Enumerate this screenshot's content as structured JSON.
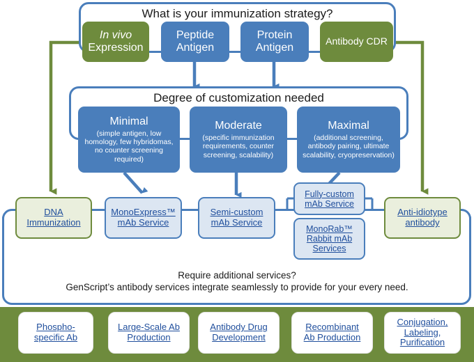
{
  "diagram": {
    "title": "GenScript antibody service selection flowchart",
    "colors": {
      "green": "#6E8B3D",
      "blue": "#4A7EBB",
      "light_blue": "#DCE6F2",
      "light_green": "#EAEFDD",
      "link_text": "#1F4E9C",
      "white": "#FFFFFF"
    }
  },
  "step1": {
    "question": "What is your immunization strategy?",
    "options": [
      {
        "line1": "In vivo",
        "line2": "Expression",
        "style": "green",
        "italic_first": true
      },
      {
        "line1": "Peptide",
        "line2": "Antigen",
        "style": "blue",
        "italic_first": false
      },
      {
        "line1": "Protein",
        "line2": "Antigen",
        "style": "blue",
        "italic_first": false
      },
      {
        "line1": "Antibody CDR",
        "line2": "",
        "style": "green",
        "italic_first": false
      }
    ]
  },
  "step2": {
    "question": "Degree of customization needed",
    "options": [
      {
        "title": "Minimal",
        "detail": "(simple antigen, low homology, few hybridomas, no counter screening required)"
      },
      {
        "title": "Moderate",
        "detail": "(specific immunization requirements, counter screening, scalability)"
      },
      {
        "title": "Maximal",
        "detail": "(additional screening, antibody pairing, ultimate scalability, cryopreservation)"
      }
    ]
  },
  "services": [
    {
      "name": "dna-immunization",
      "lines": [
        "DNA",
        "Immunization"
      ],
      "style": "light-green"
    },
    {
      "name": "monoexpress-mab-service",
      "lines": [
        "MonoExpress™",
        "mAb Service"
      ],
      "style": "light-blue"
    },
    {
      "name": "semi-custom-mab-service",
      "lines": [
        "Semi-custom",
        "mAb Service"
      ],
      "style": "light-blue"
    },
    {
      "name": "fully-custom-mab-service",
      "lines": [
        "Fully-custom",
        "mAb Service"
      ],
      "style": "light-blue"
    },
    {
      "name": "monorab-rabbit-mab-services",
      "lines": [
        "MonoRab™",
        "Rabbit mAb",
        "Services"
      ],
      "style": "light-blue"
    },
    {
      "name": "anti-idiotype-antibody",
      "lines": [
        "Anti-idiotype",
        "antibody"
      ],
      "style": "light-green"
    }
  ],
  "footer": {
    "line1": "Require additional services?",
    "line2": "GenScript’s antibody services integrate seamlessly to provide for your every need."
  },
  "additional_services": [
    {
      "name": "phospho-specific-ab",
      "lines": [
        "Phospho-",
        "specific Ab"
      ]
    },
    {
      "name": "large-scale-ab-production",
      "lines": [
        "Large-Scale Ab",
        "Production"
      ]
    },
    {
      "name": "antibody-drug-development",
      "lines": [
        "Antibody Drug",
        "Development"
      ]
    },
    {
      "name": "recombinant-ab-production",
      "lines": [
        "Recombinant",
        "Ab Production"
      ]
    },
    {
      "name": "conjugation-labeling-purification",
      "lines": [
        "Conjugation,",
        "Labeling,",
        "Purification"
      ]
    }
  ]
}
